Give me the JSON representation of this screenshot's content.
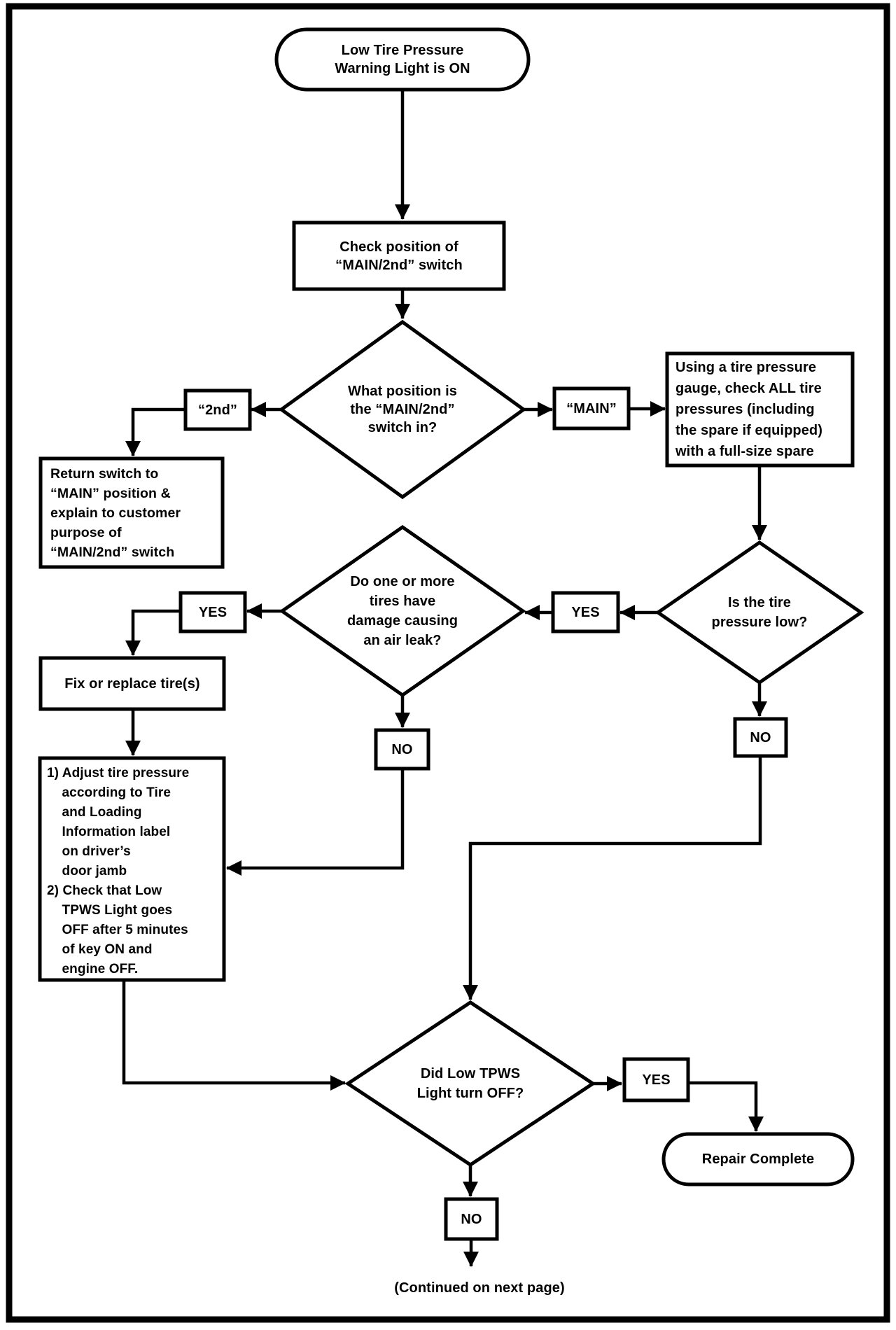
{
  "page": {
    "background_color": "#ffffff",
    "line_color": "#000000"
  },
  "flowchart": {
    "start": "Low Tire Pressure\nWarning Light is ON",
    "check_switch": "Check position of\n“MAIN/2nd” switch",
    "q_switch_position": "What position is\nthe “MAIN/2nd”\nswitch in?",
    "branch_2nd": "“2nd”",
    "branch_main": "“MAIN”",
    "return_switch": "Return switch to\n“MAIN” position &\nexplain to customer\npurpose of\n“MAIN/2nd” switch",
    "check_all_pressures": "Using a tire pressure\ngauge, check ALL tire\npressures (including\nthe spare if equipped)\nwith a full-size spare",
    "q_pressure_low": "Is the tire\npressure low?",
    "yes_pressure_low": "YES",
    "no_pressure_low": "NO",
    "q_tire_damage": "Do one or more\ntires have\ndamage causing\nan air leak?",
    "yes_tire_damage": "YES",
    "no_tire_damage": "NO",
    "fix_replace": "Fix or replace tire(s)",
    "adjust_check": "1) Adjust tire pressure\n    according to Tire\n    and Loading\n    Information label\n    on driver’s\n    door jamb\n2) Check that Low\n    TPWS Light goes\n    OFF after 5 minutes\n    of key ON and\n    engine OFF.",
    "q_light_off": "Did Low TPWS\nLight turn OFF?",
    "yes_light_off": "YES",
    "no_light_off": "NO",
    "repair_complete": "Repair Complete",
    "continued": "(Continued on next page)"
  }
}
